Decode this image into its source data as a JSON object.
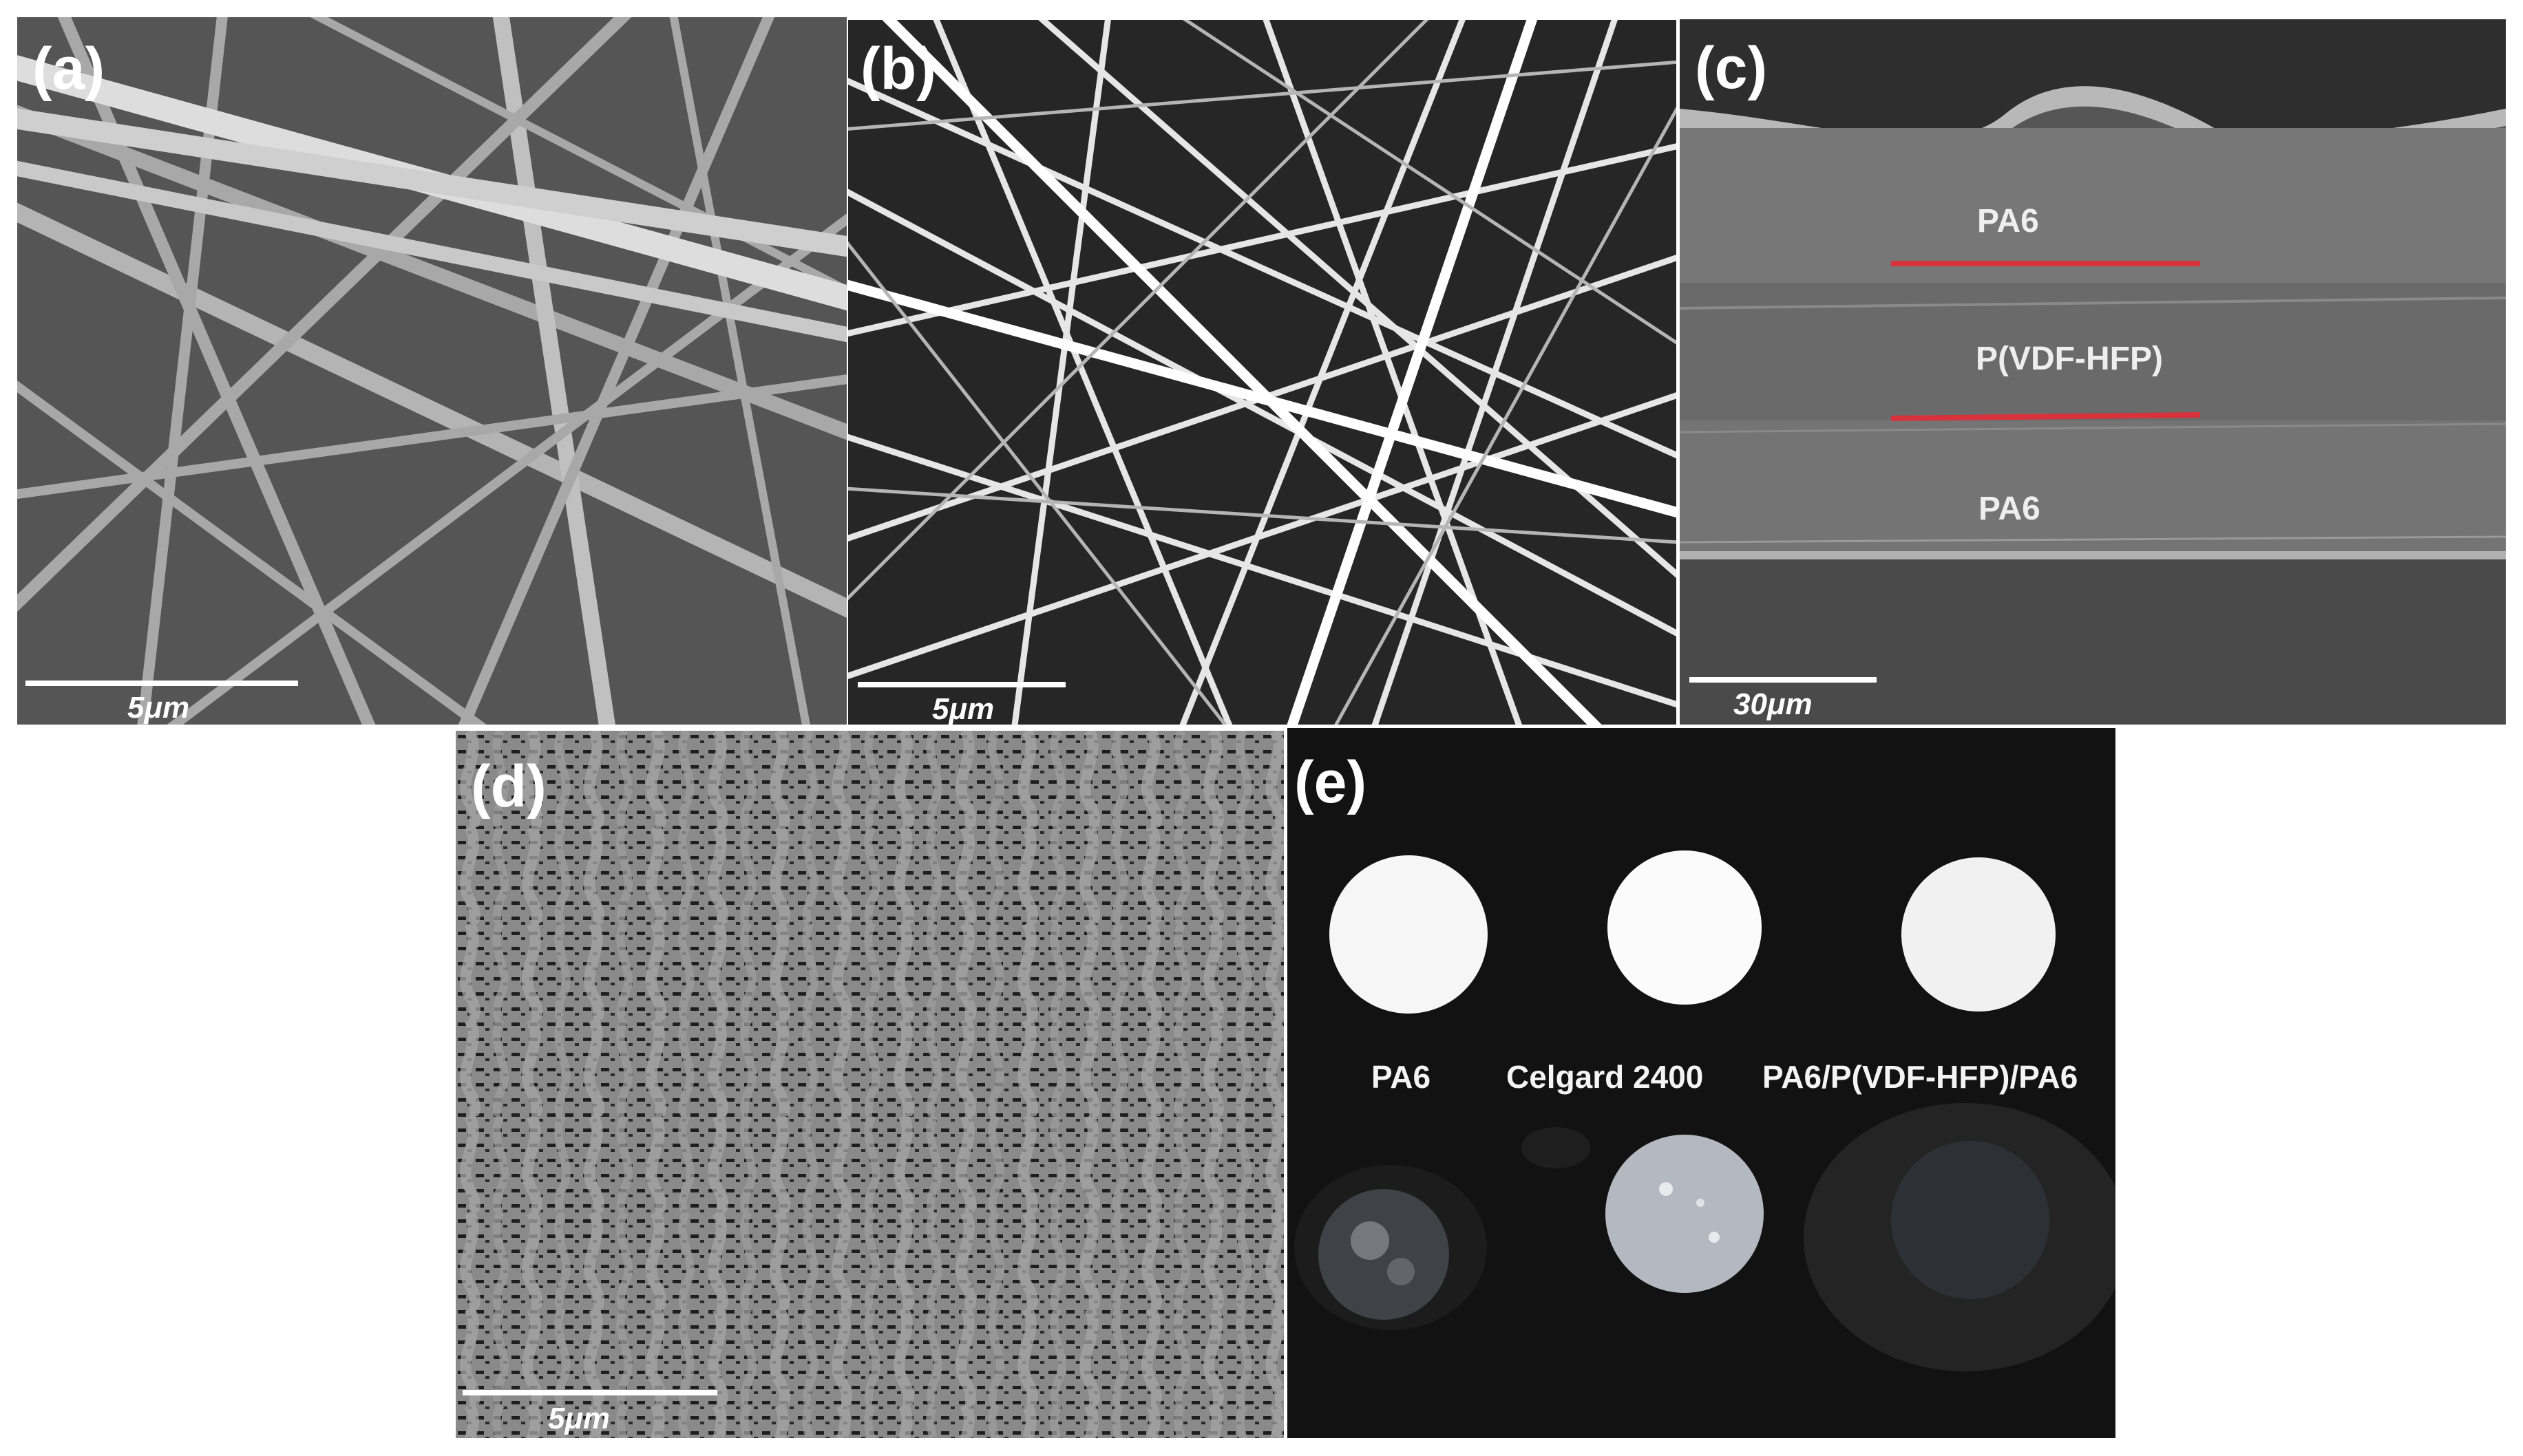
{
  "panels": {
    "a": {
      "label": "(a)",
      "scale_label": "5μm"
    },
    "b": {
      "label": "(b)",
      "scale_label": "5μm"
    },
    "c": {
      "label": "(c)",
      "scale_label": "30μm",
      "layers": [
        "PA6",
        "P(VDF-HFP)",
        "PA6"
      ]
    },
    "d": {
      "label": "(d)",
      "scale_label": "5μm"
    },
    "e": {
      "label": "(e)",
      "captions": [
        "PA6",
        "Celgard 2400",
        "PA6/P(VDF-HFP)/PA6"
      ]
    }
  },
  "colors": {
    "interface_line": "#d8323c",
    "background": "#ffffff"
  }
}
